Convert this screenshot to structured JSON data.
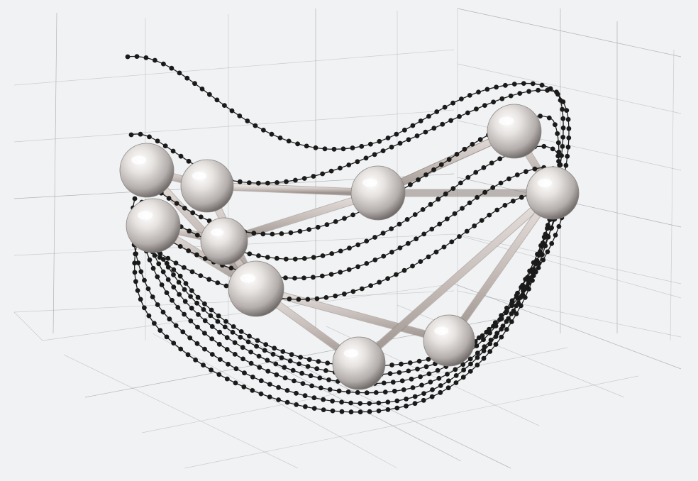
{
  "figure": {
    "description_visible_text": "",
    "colors": {
      "background": "#f1f2f3",
      "grid": "#9aa0a4",
      "sphere_light": "#fbfbfb",
      "sphere_mid": "#c9c4c2",
      "sphere_dark": "#7b7573",
      "rod": "#cfc7c3",
      "trace": "#1a1a1a"
    },
    "spheres": [
      {
        "id": "s1"
      },
      {
        "id": "s2"
      },
      {
        "id": "s3"
      },
      {
        "id": "s4"
      },
      {
        "id": "s5"
      },
      {
        "id": "s6"
      },
      {
        "id": "s7"
      },
      {
        "id": "s8"
      },
      {
        "id": "s9"
      },
      {
        "id": "s10"
      }
    ],
    "trajectories_count": 6
  }
}
